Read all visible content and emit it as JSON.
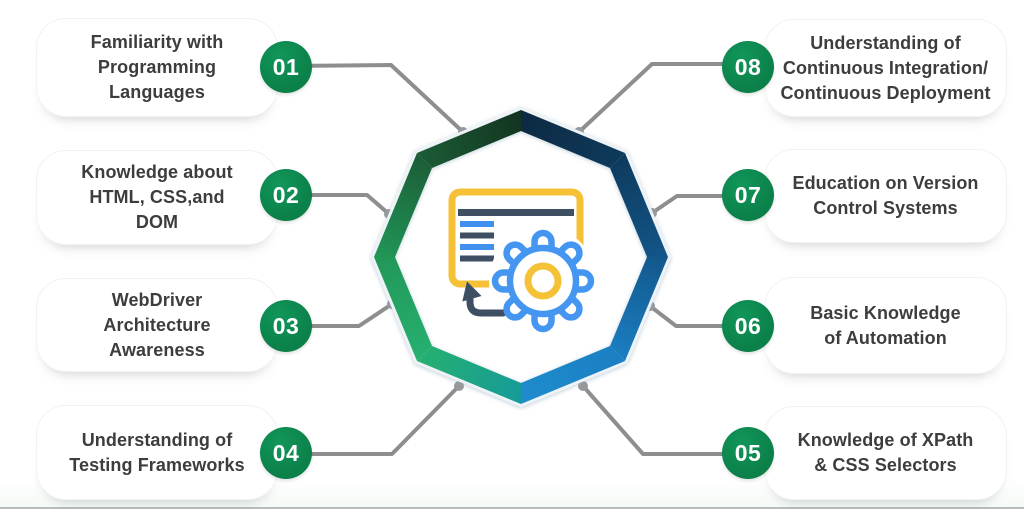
{
  "figure": {
    "title": "Selenium WebDriver skills infographic",
    "center_icon": "browser-window-gear-sync",
    "shape": "octagon-ring"
  },
  "items": [
    {
      "number": "01",
      "label": "Familiarity with\nProgramming\nLanguages",
      "side": "left"
    },
    {
      "number": "02",
      "label": "Knowledge about\nHTML, CSS,and\nDOM",
      "side": "left"
    },
    {
      "number": "03",
      "label": "WebDriver\nArchitecture\nAwareness",
      "side": "left"
    },
    {
      "number": "04",
      "label": "Understanding of\nTesting Frameworks",
      "side": "left"
    },
    {
      "number": "05",
      "label": "Knowledge of XPath\n& CSS Selectors",
      "side": "right"
    },
    {
      "number": "06",
      "label": "Basic Knowledge\nof Automation",
      "side": "right"
    },
    {
      "number": "07",
      "label": "Education on Version\nControl Systems",
      "side": "right"
    },
    {
      "number": "08",
      "label": "Understanding of\nContinuous Integration/\nContinuous Deployment",
      "side": "right"
    }
  ],
  "colors": {
    "badge_green": "#0d8a4f",
    "badge_text": "#ffffff",
    "card_text": "#3d3d3d",
    "card_border": "#f2f2f2",
    "connector_gray": "#8d8e90",
    "octagon_gradient": [
      "#13331f",
      "#1b5c36",
      "#219757",
      "#26b070",
      "#169a9a",
      "#1e8ccd",
      "#1b7fc2",
      "#12568a",
      "#0e3a5c",
      "#0d2942"
    ],
    "icon_yellow": "#f5c237",
    "icon_blue": "#4596f0",
    "icon_slate": "#3e4f63"
  }
}
